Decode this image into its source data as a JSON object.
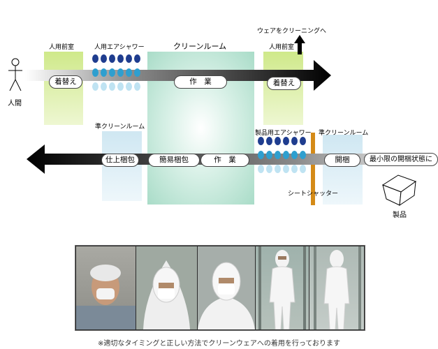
{
  "labels": {
    "person_anteroom": "人用前室",
    "person_air_shower": "人用エアシャワー",
    "clean_room": "クリーンルーム",
    "person_anteroom_2": "人用前室",
    "wear_to_cleaning": "ウェアをクリーニングへ",
    "semi_clean_room_left": "準クリーンルーム",
    "product_air_shower": "製品用エアシャワー",
    "semi_clean_room_right": "準クリーンルーム",
    "sheet_shutter": "シートシャッター",
    "human": "人間",
    "product": "製品"
  },
  "steps_top": {
    "change_in": "着替え",
    "work": "作　業",
    "change_out": "着替え"
  },
  "steps_bottom": {
    "final_pack": "仕上梱包",
    "simple_pack": "簡易梱包",
    "work": "作　業",
    "unpack": "開梱",
    "minimal_open": "最小限の開梱状態に"
  },
  "caption": "※適切なタイミングと正しい方法でクリーンウェアへの着用を行っております",
  "colors": {
    "dot_dark": "#1f3d8f",
    "dot_mid": "#2e9fcf",
    "dot_light": "#bfe3f2",
    "shutter": "#d48a17",
    "arrow": "#000000"
  }
}
